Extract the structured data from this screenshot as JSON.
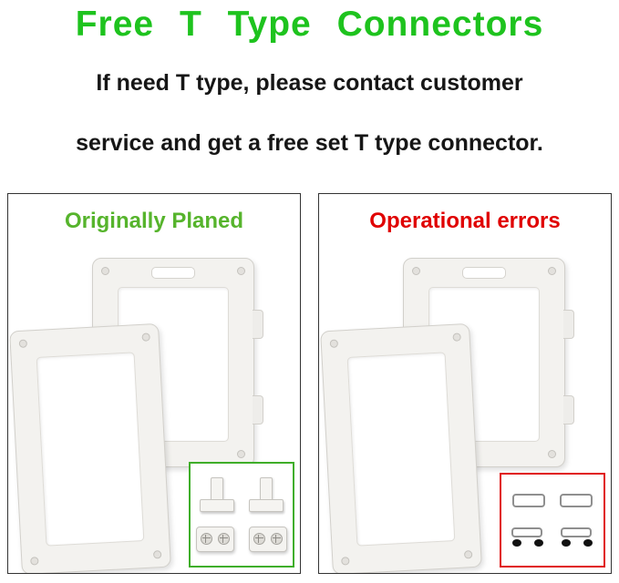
{
  "title": {
    "text": "Free T Type Connectors"
  },
  "subtitle": {
    "line1": "If need T type, please contact customer",
    "line2": "service and get a free set T type connector."
  },
  "panels": {
    "left": {
      "label": "Originally Planed",
      "label_color": "#56b42c"
    },
    "right": {
      "label": "Operational errors",
      "label_color": "#e00000"
    }
  },
  "insets": {
    "left": {
      "border_color": "#3fae29",
      "items": [
        "t-connector",
        "t-connector",
        "screw-clamp-connector",
        "screw-clamp-connector"
      ]
    },
    "right": {
      "border_color": "#e01616",
      "items": [
        "flat-connector",
        "flat-connector",
        "flat-connector-with-screws",
        "flat-connector-with-screws"
      ]
    }
  },
  "colors": {
    "title-green": "#1ec31e",
    "label-green": "#56b42c",
    "label-red": "#e00000",
    "inset-green": "#3fae29",
    "inset-red": "#e01616",
    "panel-border": "#333333"
  }
}
